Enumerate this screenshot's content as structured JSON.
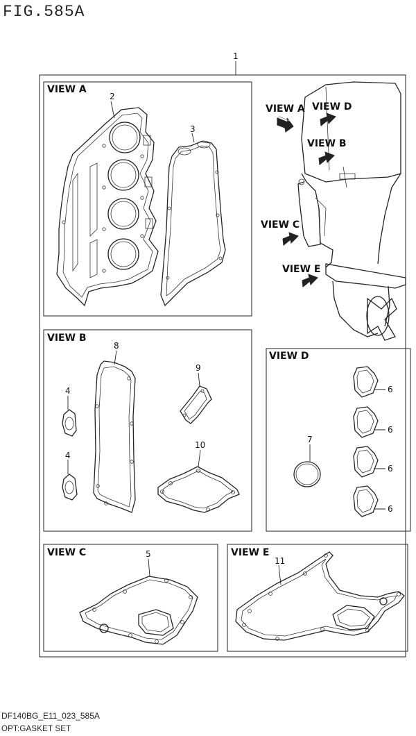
{
  "figure": {
    "title": "FIG.585A"
  },
  "assembly": {
    "ref": "1"
  },
  "views": {
    "a": {
      "label": "VIEW A",
      "parts": [
        "2",
        "3"
      ]
    },
    "b": {
      "label": "VIEW B",
      "parts": [
        "8",
        "9",
        "4",
        "4",
        "10"
      ]
    },
    "c": {
      "label": "VIEW C",
      "parts": [
        "5"
      ]
    },
    "d": {
      "label": "VIEW D",
      "parts": [
        "6",
        "6",
        "6",
        "6",
        "7"
      ]
    },
    "e": {
      "label": "VIEW E",
      "parts": [
        "11"
      ]
    }
  },
  "engine_callouts": {
    "a": "VIEW A",
    "d": "VIEW D",
    "b": "VIEW B",
    "c": "VIEW C",
    "e": "VIEW E"
  },
  "footer": {
    "model_code": "DF140BG_E11_023_585A",
    "caption": "OPT:GASKET SET"
  }
}
